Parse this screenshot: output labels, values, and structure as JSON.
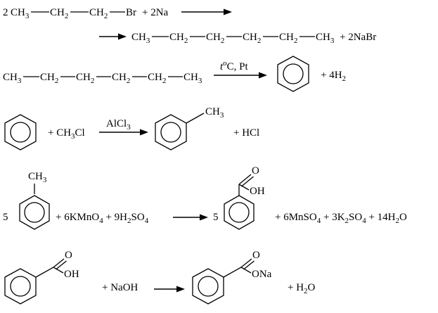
{
  "reactions": [
    {
      "id": "wurtz",
      "coeff": "2",
      "reactant_chain": [
        "CH3",
        "CH2",
        "CH2"
      ],
      "reactant_end": "Br",
      "plus_reagent": "+ 2Na",
      "product_chain": [
        "CH3",
        "CH2",
        "CH2",
        "CH2",
        "CH2",
        "CH3"
      ],
      "byproduct": "+ 2NaBr"
    },
    {
      "id": "aromatization",
      "reactant_chain": [
        "CH3",
        "CH2",
        "CH2",
        "CH2",
        "CH2",
        "CH3"
      ],
      "condition_t": "t",
      "condition_deg": "o",
      "condition_rest": "C, Pt",
      "byproduct": "+ 4H2"
    },
    {
      "id": "alkylation",
      "plus_reagent": "+ CH3Cl",
      "catalyst": "AlCl3",
      "substituent": "CH3",
      "byproduct": "+ HCl"
    },
    {
      "id": "oxidation",
      "coeff_left": "5",
      "substituent": "CH3",
      "reagents": "+ 6KMnO4 + 9H2SO4",
      "coeff_right": "5",
      "carbonyl_o": "O",
      "acid_group": "OH",
      "byproduct": "+ 6MnSO4 + 3K2SO4 + 14H2O"
    },
    {
      "id": "neutralization",
      "carbonyl_o": "O",
      "acid_group": "OH",
      "plus_reagent": "+ NaOH",
      "salt_group": "ONa",
      "byproduct": "+ H2O"
    }
  ]
}
